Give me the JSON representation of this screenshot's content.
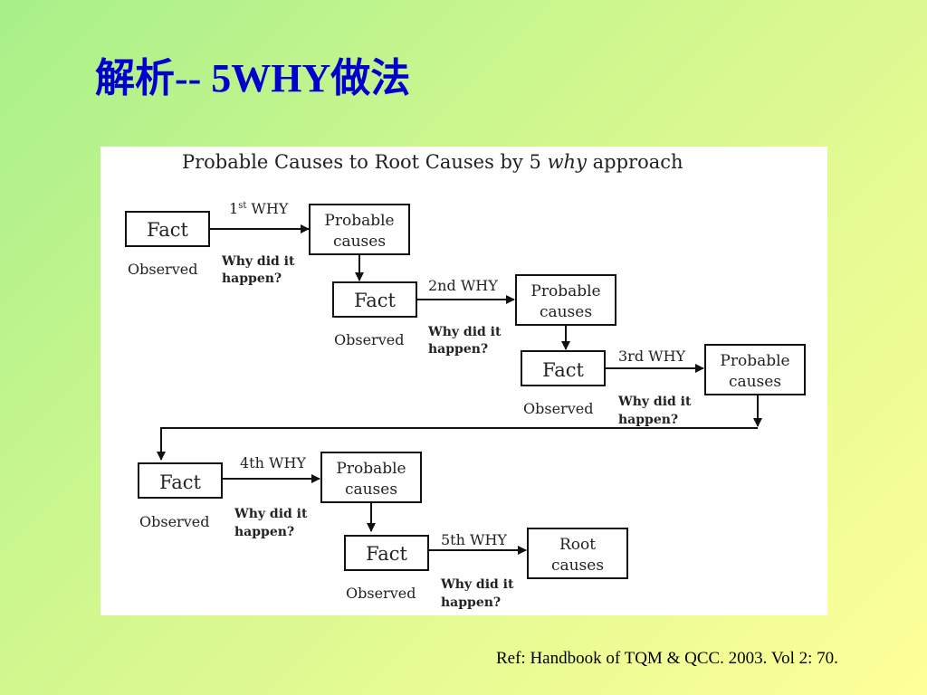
{
  "slide": {
    "title": "解析-- 5WHY做法",
    "reference": "Ref: Handbook of TQM & QCC. 2003. Vol 2: 70."
  },
  "diagram": {
    "heading_pre": "Probable Causes to Root Causes by 5 ",
    "heading_em": "why",
    "heading_post": " approach",
    "fact_label": "Fact",
    "observed_label": "Observed",
    "question_line1": "Why did it",
    "question_line2": "happen?",
    "steps": [
      {
        "why_num": "1",
        "why_sup": "st",
        "why_word": " WHY",
        "result_line1": "Probable",
        "result_line2": "causes"
      },
      {
        "why": "2nd WHY",
        "result_line1": "Probable",
        "result_line2": "causes"
      },
      {
        "why": "3rd WHY",
        "result_line1": "Probable",
        "result_line2": "causes"
      },
      {
        "why": "4th WHY",
        "result_line1": "Probable",
        "result_line2": "causes"
      },
      {
        "why": "5th WHY",
        "result_line1": "Root",
        "result_line2": "causes"
      }
    ]
  }
}
